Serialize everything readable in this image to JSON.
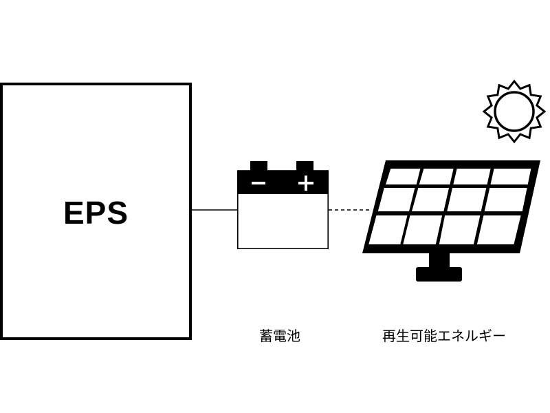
{
  "eps": {
    "label": "EPS"
  },
  "battery": {
    "caption": "蓄電池",
    "negative_symbol": "−",
    "positive_symbol": "+"
  },
  "solar": {
    "caption": "再生可能エネルギー"
  },
  "connections": {
    "eps_to_battery": "solid",
    "battery_to_solar": "dashed"
  },
  "colors": {
    "stroke": "#000000",
    "background": "#ffffff"
  }
}
